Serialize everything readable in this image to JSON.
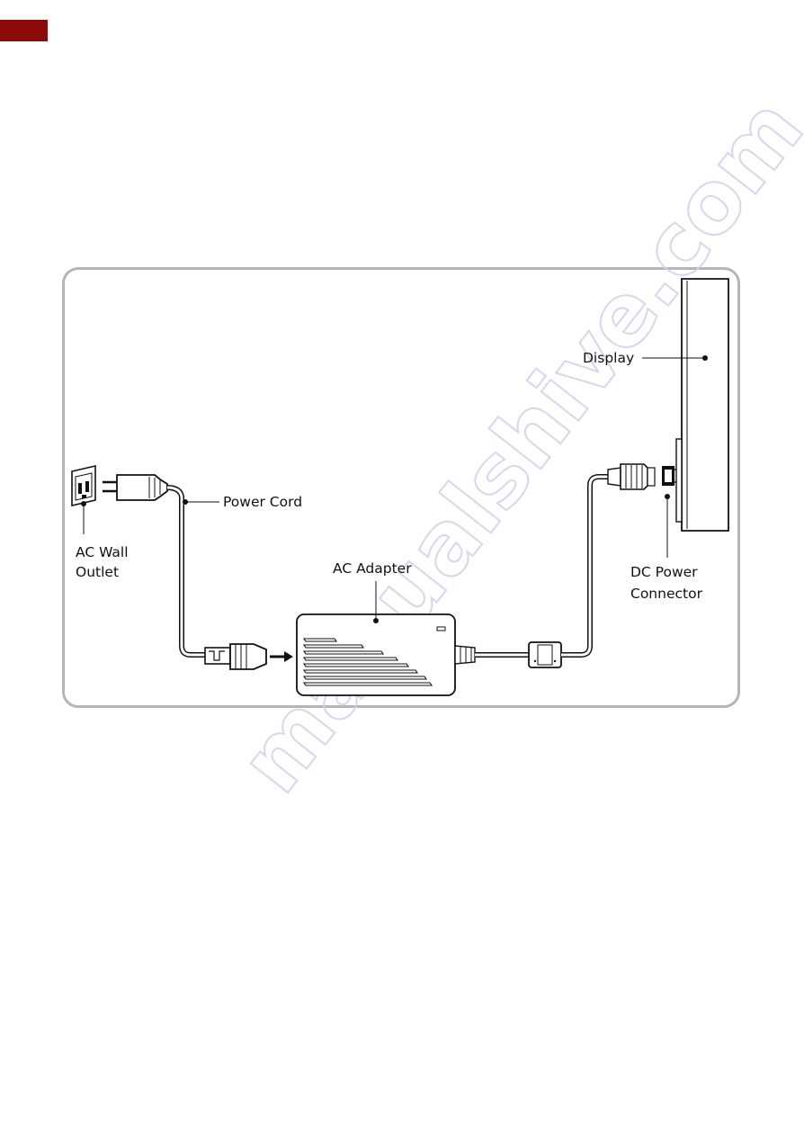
{
  "labels": {
    "display": "Display",
    "power_cord": "Power Cord",
    "ac_wall_outlet_line1": "AC Wall",
    "ac_wall_outlet_line2": "Outlet",
    "ac_adapter": "AC Adapter",
    "dc_power_connector_line1": "DC Power",
    "dc_power_connector_line2": "Connector"
  },
  "watermark": {
    "line1": "manualshive.com"
  },
  "colors": {
    "corner_tab": "#8b0a0a",
    "frame_border": "#b5b5b5",
    "ink": "#111111",
    "watermark": "#cfd4ea"
  }
}
